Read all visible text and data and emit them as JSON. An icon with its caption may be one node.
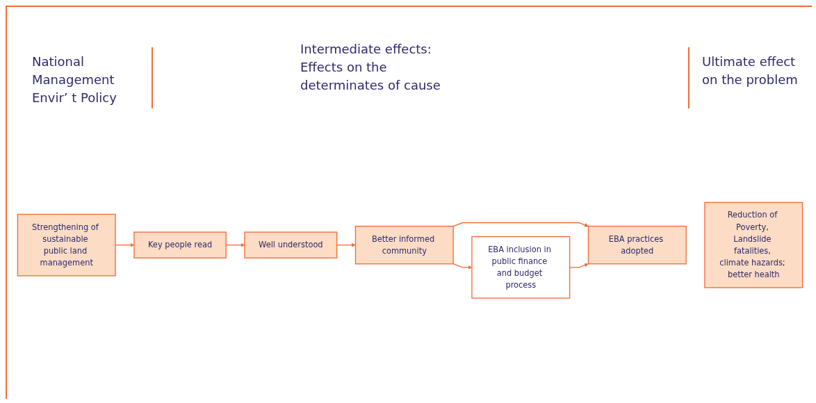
{
  "diagram": {
    "nodes": [
      {
        "text": [
          "Strengthening of sustainable public land management"
        ]
      },
      {
        "text": [
          "Key people read"
        ]
      },
      {
        "text": [
          "Well understood"
        ]
      },
      {
        "text": [
          "Better informed community"
        ]
      },
      {
        "text": [
          "EBA inclusion in public finance and budget process"
        ]
      },
      {
        "text": [
          "EBA practices adopted"
        ]
      },
      {
        "text": [
          "Reduction of Poverty, Landslide fatalities, climate hazards; better health"
        ]
      }
    ],
    "edges": [
      {
        "from": 0,
        "to": 1,
        "arrow": "to"
      },
      {
        "from": 1,
        "to": 2,
        "arrow": "to"
      },
      {
        "from": 2,
        "to": 3,
        "arrow": "to"
      },
      {
        "from": 3,
        "to": 5,
        "arrow": "to"
      },
      {
        "from": 3,
        "to": 4,
        "arrow": "to"
      },
      {
        "from": 4,
        "to": 5,
        "arrow": "to"
      }
    ],
    "labels": [
      "National Management Envir’ t Policy",
      "Intermediate effects: Effects on the determinates of cause",
      "Ultimate effect on the problem"
    ]
  }
}
